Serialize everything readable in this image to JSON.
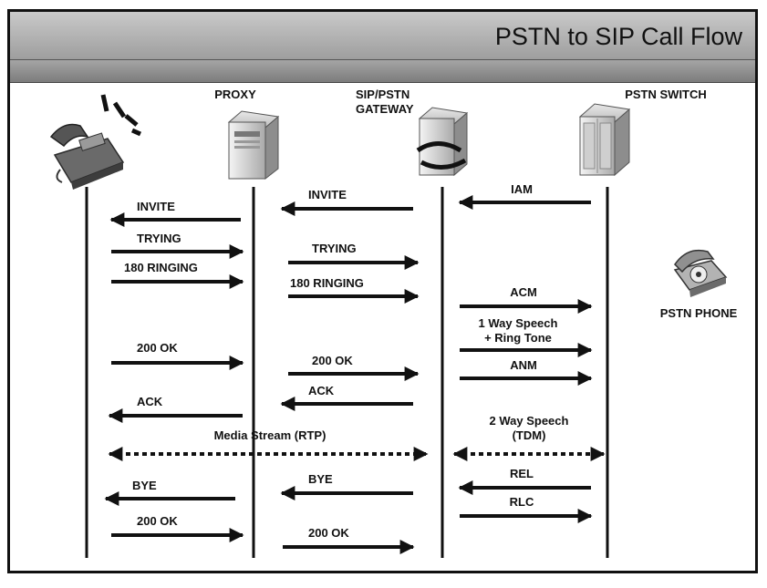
{
  "title": "PSTN to SIP Call Flow",
  "entities": {
    "proxy": "PROXY",
    "gateway_line1": "SIP/PSTN",
    "gateway_line2": "GATEWAY",
    "pstn_switch": "PSTN SWITCH",
    "pstn_phone": "PSTN PHONE"
  },
  "messages": [
    {
      "id": "invite-1",
      "lines": [
        "INVITE"
      ],
      "direction": "left"
    },
    {
      "id": "trying-1",
      "lines": [
        "TRYING"
      ],
      "direction": "right"
    },
    {
      "id": "ringing-1",
      "lines": [
        "180 RINGING"
      ],
      "direction": "right"
    },
    {
      "id": "ok-1",
      "lines": [
        "200 OK"
      ],
      "direction": "right"
    },
    {
      "id": "ack-1",
      "lines": [
        "ACK"
      ],
      "direction": "left"
    },
    {
      "id": "bye-1",
      "lines": [
        "BYE"
      ],
      "direction": "left"
    },
    {
      "id": "ok-bye-1",
      "lines": [
        "200 OK"
      ],
      "direction": "right"
    },
    {
      "id": "invite-2",
      "lines": [
        "INVITE"
      ],
      "direction": "left"
    },
    {
      "id": "trying-2",
      "lines": [
        "TRYING"
      ],
      "direction": "right"
    },
    {
      "id": "ringing-2",
      "lines": [
        "180 RINGING"
      ],
      "direction": "right"
    },
    {
      "id": "ok-2",
      "lines": [
        "200 OK"
      ],
      "direction": "right"
    },
    {
      "id": "ack-2",
      "lines": [
        "ACK"
      ],
      "direction": "left"
    },
    {
      "id": "bye-2",
      "lines": [
        "BYE"
      ],
      "direction": "left"
    },
    {
      "id": "ok-bye-2",
      "lines": [
        "200 OK"
      ],
      "direction": "right"
    },
    {
      "id": "iam",
      "lines": [
        "IAM"
      ],
      "direction": "left"
    },
    {
      "id": "acm",
      "lines": [
        "ACM"
      ],
      "direction": "right"
    },
    {
      "id": "one-way",
      "lines": [
        "1 Way Speech",
        "+ Ring Tone"
      ],
      "direction": "right"
    },
    {
      "id": "anm",
      "lines": [
        "ANM"
      ],
      "direction": "right"
    },
    {
      "id": "rel",
      "lines": [
        "REL"
      ],
      "direction": "left"
    },
    {
      "id": "rlc",
      "lines": [
        "RLC"
      ],
      "direction": "right"
    }
  ],
  "media": [
    {
      "id": "rtp",
      "lines": [
        "Media Stream (RTP)"
      ]
    },
    {
      "id": "tdm",
      "lines": [
        "2 Way Speech",
        "(TDM)"
      ]
    }
  ],
  "icons": [
    "sip-phone-icon",
    "ringing-icon",
    "proxy-server-icon",
    "gateway-server-icon",
    "pstn-switch-icon",
    "pstn-phone-icon"
  ]
}
